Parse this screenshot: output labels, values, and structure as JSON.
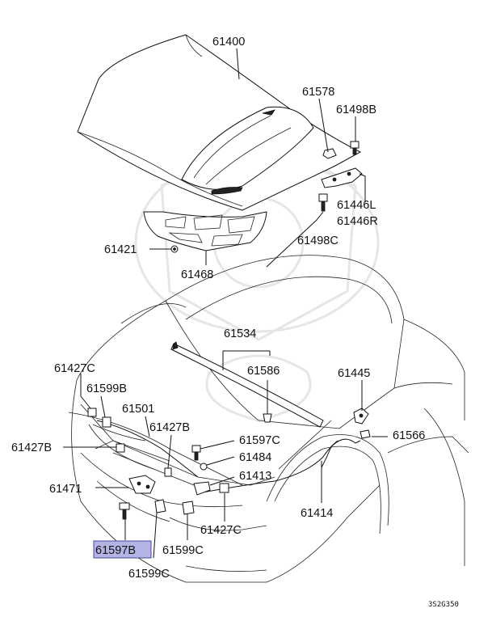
{
  "labels": {
    "p61400": "61400",
    "p61578": "61578",
    "p61498B": "61498B",
    "p61446L": "61446L",
    "p61446R": "61446R",
    "p61498C": "61498C",
    "p61421": "61421",
    "p61468": "61468",
    "p61534": "61534",
    "p61586": "61586",
    "p61427C_top": "61427C",
    "p61599B": "61599B",
    "p61501": "61501",
    "p61427B_left": "61427B",
    "p61427B_mid": "61427B",
    "p61597C": "61597C",
    "p61484": "61484",
    "p61413": "61413",
    "p61471": "61471",
    "p61445": "61445",
    "p61566": "61566",
    "p61414": "61414",
    "p61427C_bottom": "61427C",
    "p61597B": "61597B",
    "p61599C_mid": "61599C",
    "p61599C_bottom": "61599C"
  },
  "highlighted_part": "61597B",
  "highlight_color": "#b3b3e6",
  "diagram_code": "3S2G350"
}
